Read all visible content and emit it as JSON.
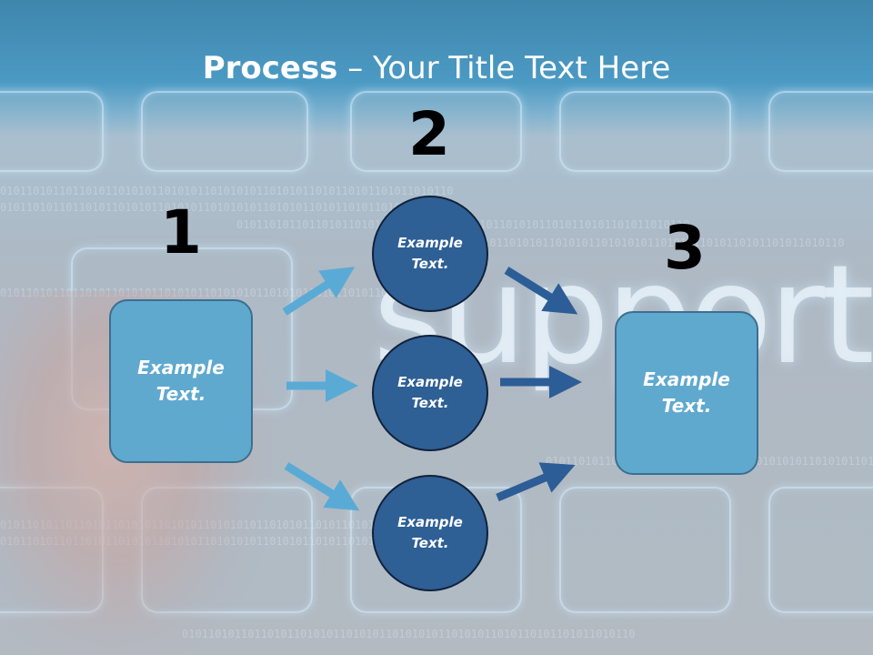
{
  "title": {
    "bold": "Process",
    "rest": " – Your Title Text Here"
  },
  "background": {
    "word": "support",
    "binary": "010110101101101011010101101010110101010110101011010110101101011010110"
  },
  "steps": [
    {
      "number": "1",
      "text_line1": "Example",
      "text_line2": "Text."
    },
    {
      "number": "2",
      "circles": [
        {
          "text_line1": "Example",
          "text_line2": "Text."
        },
        {
          "text_line1": "Example",
          "text_line2": "Text."
        },
        {
          "text_line1": "Example",
          "text_line2": "Text."
        }
      ]
    },
    {
      "number": "3",
      "text_line1": "Example",
      "text_line2": "Text."
    }
  ],
  "colors": {
    "light_blue": "#5fa9cf",
    "dark_blue": "#2e5f95",
    "arrow_light": "#5aaad6",
    "arrow_dark": "#2d5d96"
  }
}
